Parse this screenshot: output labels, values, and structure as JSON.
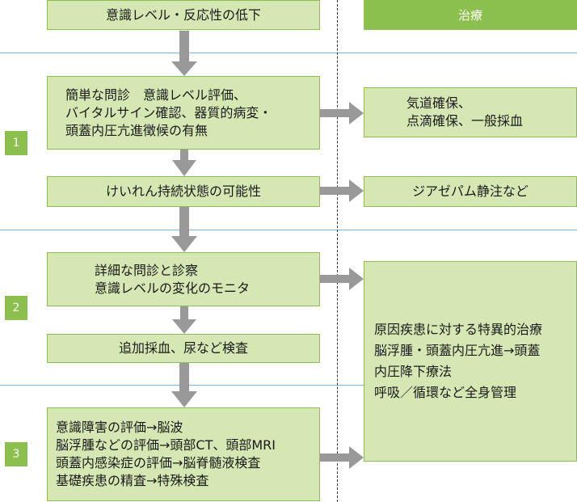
{
  "header": {
    "start_label": "意識レベル・反応性の低下",
    "treatment_label": "治療"
  },
  "steps": [
    "1",
    "2",
    "3"
  ],
  "flow": {
    "box1": [
      "簡単な問診　意識レベル評価、",
      "バイタルサイン確認、器質的病変・",
      "頭蓋内圧亢進徴候の有無"
    ],
    "box2": "けいれん持続状態の可能性",
    "box3": [
      "詳細な問診と診察",
      "意識レベルの変化のモニタ"
    ],
    "box4": "追加採血、尿など検査",
    "box5": [
      "意識障害の評価→脳波",
      "脳浮腫などの評価→頭部CT、頭部MRI",
      "頭蓋内感染症の評価→脳脊髄液検査",
      "基礎疾患の精査→特殊検査"
    ]
  },
  "treatment": {
    "box1": [
      "気道確保、",
      "点滴確保、一般採血"
    ],
    "box2": "ジアゼパム静注など",
    "box3": [
      "原因疾患に対する特異的治療",
      "脳浮腫・頭蓋内圧亢進→頭蓋",
      "内圧降下療法",
      "呼吸／循環など全身管理"
    ]
  },
  "colors": {
    "box_fill": "#d5e8b4",
    "box_border": "#8cbf4f",
    "header_fill": "#8cc04e",
    "arrow": "#999999",
    "divider_line": "#7ab8d8"
  }
}
